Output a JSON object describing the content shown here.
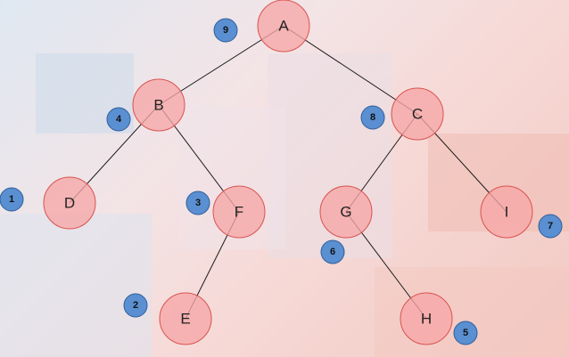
{
  "tree": {
    "nodes": [
      {
        "id": "A",
        "label": "A",
        "order": "9"
      },
      {
        "id": "B",
        "label": "B",
        "order": "4"
      },
      {
        "id": "C",
        "label": "C",
        "order": "8"
      },
      {
        "id": "D",
        "label": "D",
        "order": "1"
      },
      {
        "id": "F",
        "label": "F",
        "order": "3"
      },
      {
        "id": "G",
        "label": "G",
        "order": "6"
      },
      {
        "id": "I",
        "label": "I",
        "order": "7"
      },
      {
        "id": "E",
        "label": "E",
        "order": "2"
      },
      {
        "id": "H",
        "label": "H",
        "order": "5"
      }
    ],
    "edges": [
      [
        "A",
        "B"
      ],
      [
        "A",
        "C"
      ],
      [
        "B",
        "D"
      ],
      [
        "B",
        "F"
      ],
      [
        "F",
        "E"
      ],
      [
        "C",
        "G"
      ],
      [
        "C",
        "I"
      ],
      [
        "G",
        "H"
      ]
    ],
    "colors": {
      "node_fill": "#f6a6a6",
      "node_stroke": "#d9534f",
      "badge_fill": "#5a8fd1",
      "edge": "#1a1a1a"
    }
  }
}
